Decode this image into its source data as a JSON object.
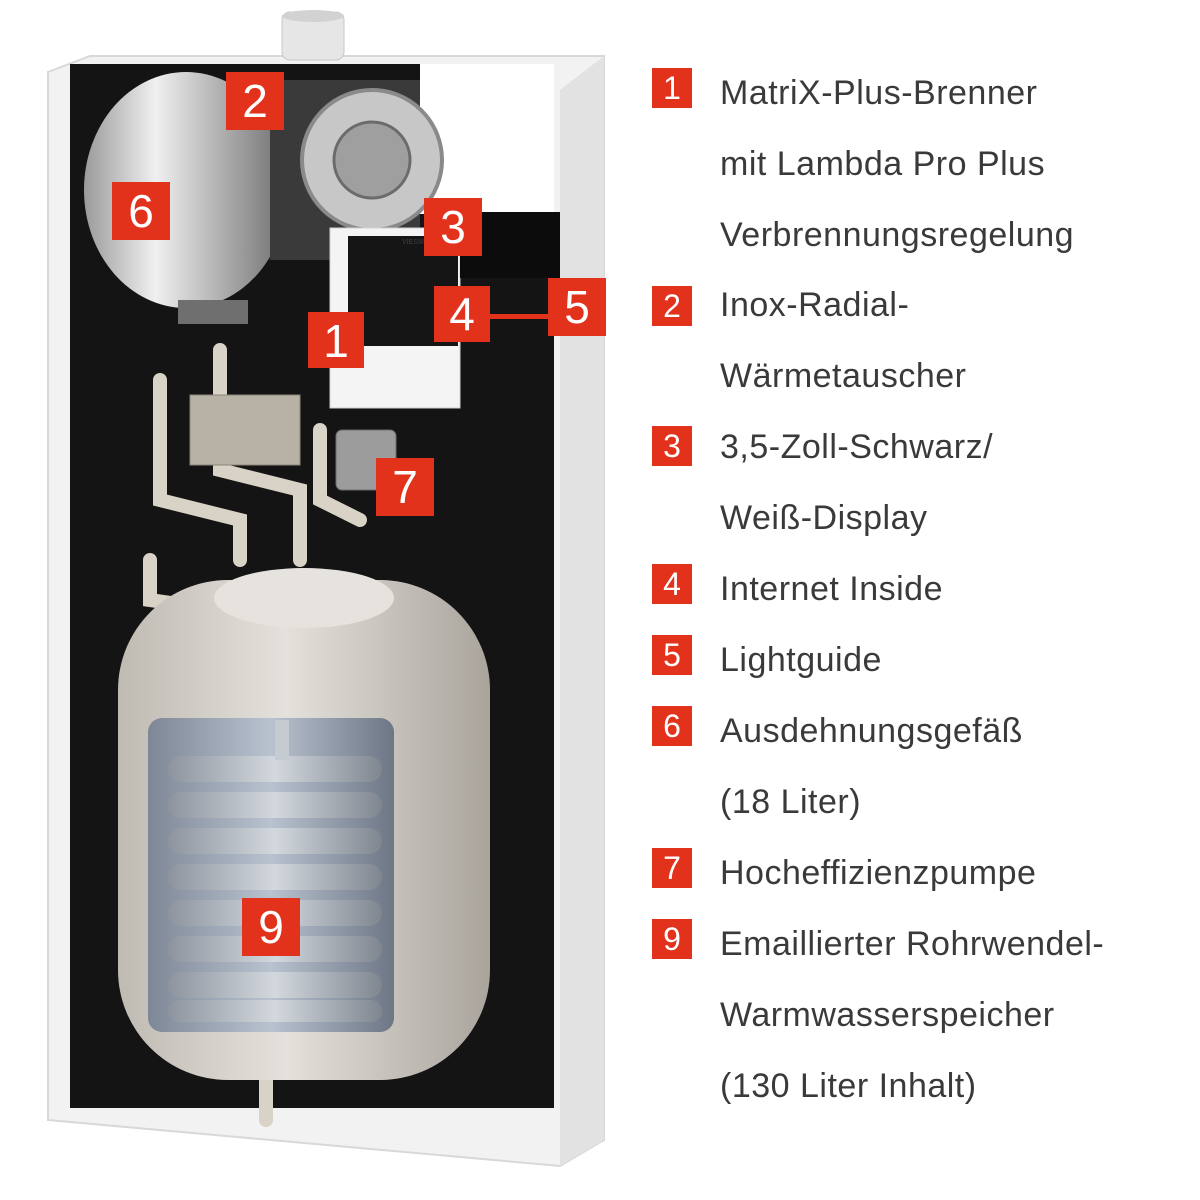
{
  "brand_text": "VIESMANN",
  "colors": {
    "accent": "#e2321b",
    "text": "#3a3a3a",
    "cabinet": "#f3f3f3",
    "interior": "#141414",
    "tank": "#d4d1cb",
    "coil": "#a6acb4"
  },
  "callouts": [
    {
      "number": "1"
    },
    {
      "number": "2"
    },
    {
      "number": "3"
    },
    {
      "number": "4"
    },
    {
      "number": "5"
    },
    {
      "number": "6"
    },
    {
      "number": "7"
    },
    {
      "number": "9"
    }
  ],
  "legend": [
    {
      "number": "1",
      "lines": [
        "MatriX-Plus-Brenner",
        "mit Lambda Pro Plus",
        "Verbrennungsregelung"
      ]
    },
    {
      "number": "2",
      "lines": [
        "Inox-Radial-",
        "Wärmetauscher"
      ]
    },
    {
      "number": "3",
      "lines": [
        "3,5-Zoll-Schwarz/",
        "Weiß-Display"
      ]
    },
    {
      "number": "4",
      "lines": [
        "Internet Inside"
      ]
    },
    {
      "number": "5",
      "lines": [
        "Lightguide"
      ]
    },
    {
      "number": "6",
      "lines": [
        "Ausdehnungsgefäß",
        "(18 Liter)"
      ]
    },
    {
      "number": "7",
      "lines": [
        "Hocheffizienzpumpe"
      ]
    },
    {
      "number": "9",
      "lines": [
        "Emaillierter Rohrwendel-",
        "Warmwasserspeicher",
        "(130 Liter Inhalt)"
      ]
    }
  ]
}
